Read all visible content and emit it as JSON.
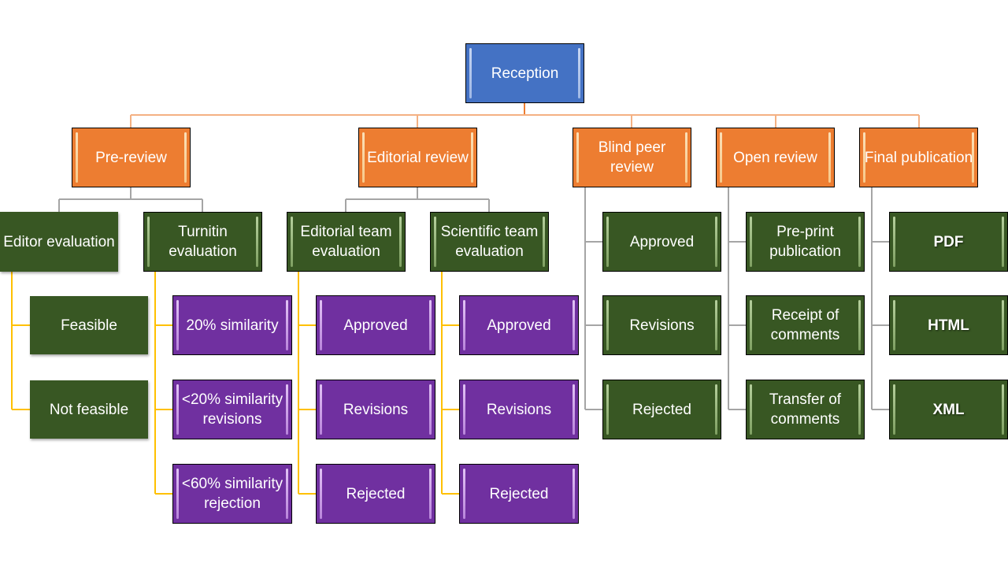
{
  "diagram": {
    "colors": {
      "root": "#4472C4",
      "stage": "#ED7D31",
      "sub": "#385723",
      "outcome": "#7030A0",
      "line_root": "#F4B183",
      "line_gray": "#A5A5A5",
      "line_yellow": "#FFC000"
    },
    "root": {
      "label": "Reception"
    },
    "stages": [
      {
        "label": "Pre-review",
        "children": [
          {
            "label": "Editor evaluation",
            "children": [
              "Feasible",
              "Not feasible"
            ]
          },
          {
            "label": "Turnitin evaluation",
            "children": [
              "20% similarity",
              "<20% similarity revisions",
              "<60% similarity rejection"
            ]
          }
        ]
      },
      {
        "label": "Editorial review",
        "children": [
          {
            "label": "Editorial team evaluation",
            "children": [
              "Approved",
              "Revisions",
              "Rejected"
            ]
          },
          {
            "label": "Scientific team evaluation",
            "children": [
              "Approved",
              "Revisions",
              "Rejected"
            ]
          }
        ]
      },
      {
        "label": "Blind peer review",
        "children": [
          "Approved",
          "Revisions",
          "Rejected"
        ]
      },
      {
        "label": "Open review",
        "children": [
          "Pre-print publication",
          "Receipt of comments",
          "Transfer of comments"
        ]
      },
      {
        "label": "Final publication",
        "children": [
          "PDF",
          "HTML",
          "XML"
        ]
      }
    ]
  }
}
